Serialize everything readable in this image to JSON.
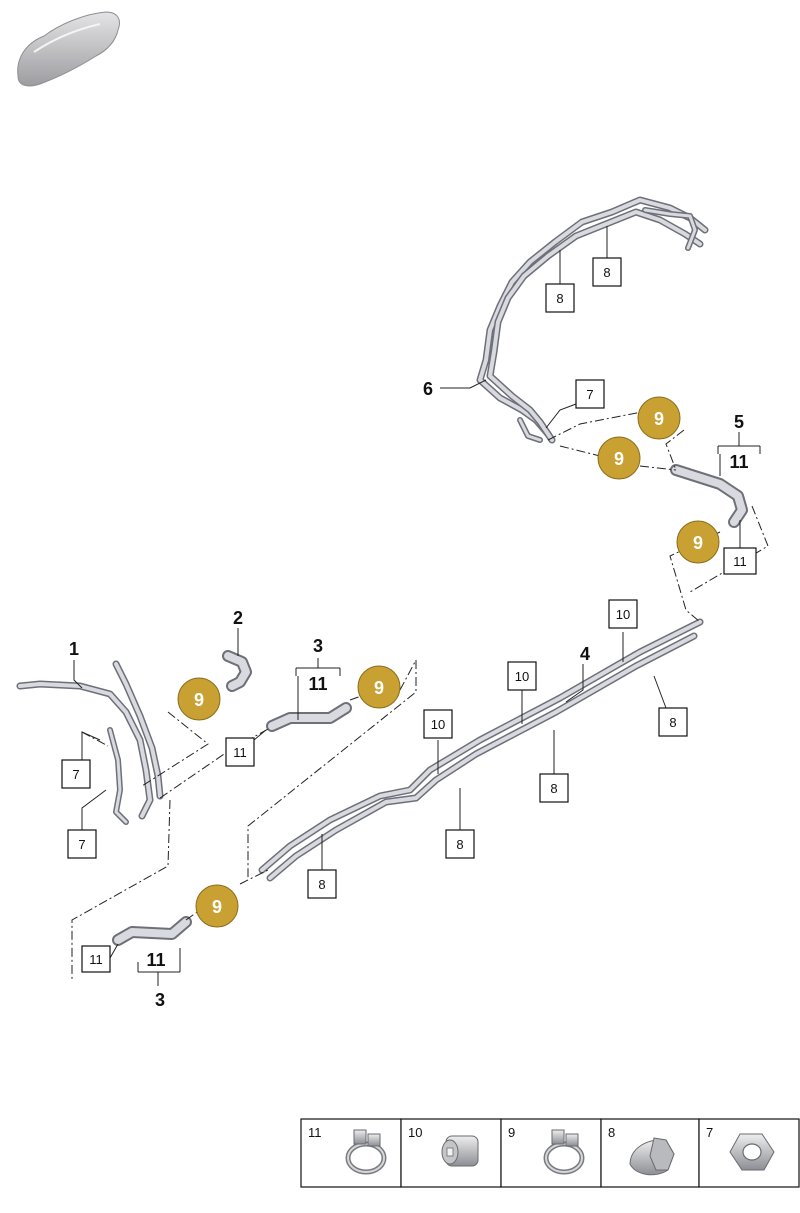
{
  "parts": {
    "p1": "1",
    "p2": "2",
    "p3_top": "3",
    "p3_bottom": "3",
    "p4": "4",
    "p5": "5",
    "p6": "6",
    "p7": "7",
    "p8": "8",
    "p9": "9",
    "p10": "10",
    "p11": "11"
  },
  "legend": [
    {
      "number": "11",
      "icon": "hose-clamp-icon"
    },
    {
      "number": "10",
      "icon": "plastic-nut-icon"
    },
    {
      "number": "9",
      "icon": "hose-clamp-icon"
    },
    {
      "number": "8",
      "icon": "cap-nut-icon"
    },
    {
      "number": "7",
      "icon": "hex-nut-icon"
    }
  ],
  "colors": {
    "badge_gold": "#C9A032",
    "pipe_dark": "#6e7079",
    "pipe_light": "#d9dadf",
    "car_silhouette": "#b9b9bc"
  },
  "icons": {
    "vehicle": "car-silhouette-icon"
  }
}
